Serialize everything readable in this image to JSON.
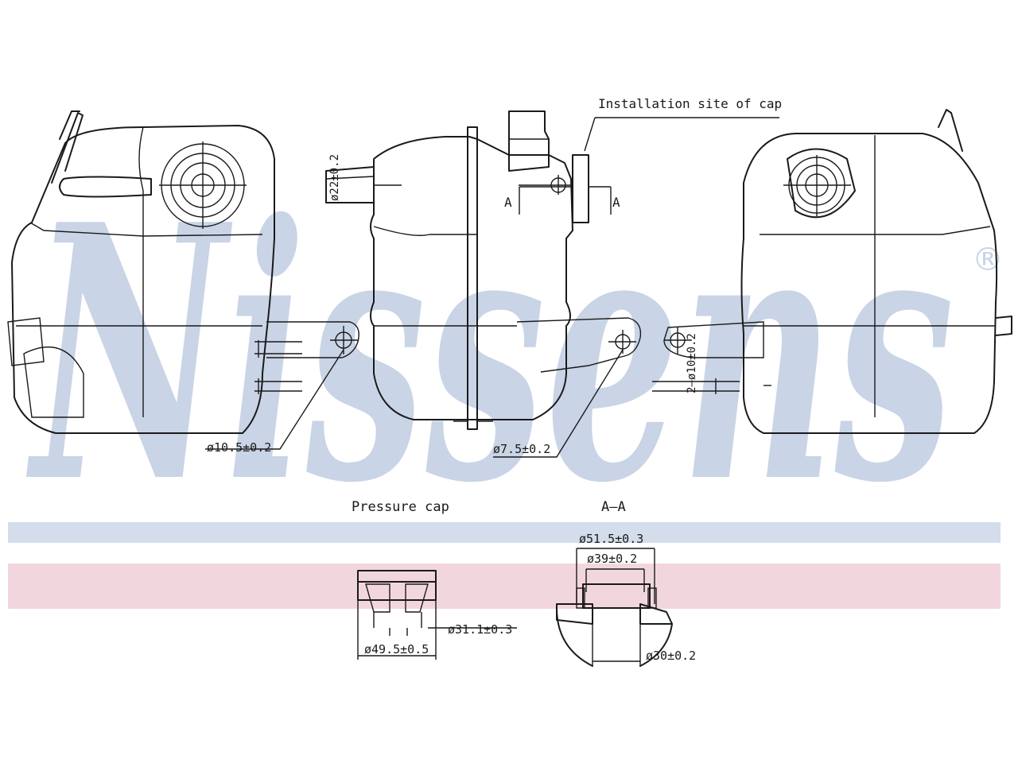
{
  "watermark": {
    "brand": "Nissens",
    "registered_mark": "®"
  },
  "labels": {
    "installation_site": "Installation site of cap",
    "pressure_cap": "Pressure cap",
    "section": "A–A",
    "section_mark_left": "A",
    "section_mark_right": "A"
  },
  "dimensions": {
    "hose_left": "ø22±0.2",
    "mount_hole_left": "ø10.5±0.2",
    "mount_hole_mid": "ø7.5±0.2",
    "pins_right": "2–ø10±0.2",
    "cap_inner": "ø31.1±0.3",
    "cap_outer": "ø49.5±0.5",
    "neck_outer": "ø51.5±0.3",
    "neck_mid": "ø39±0.2",
    "neck_inner": "ø30±0.2"
  },
  "colors": {
    "watermark": "#c9d4e6",
    "band_blue": "#d3ddeb",
    "band_pink": "#f2d6de",
    "line": "#1a1a1a"
  }
}
